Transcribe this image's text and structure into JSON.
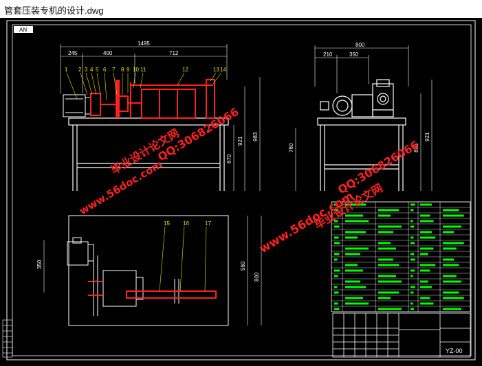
{
  "window": {
    "title": "管套压装专机的设计.dwg"
  },
  "drawing": {
    "front_view": {
      "overall": "1495",
      "segments": [
        "245",
        "400",
        "712"
      ],
      "heights": [
        "670",
        "921",
        "983"
      ],
      "balloons": [
        "1",
        "2",
        "3",
        "4",
        "5",
        "6",
        "7",
        "8",
        "9",
        "10",
        "11",
        "12",
        "13",
        "14"
      ]
    },
    "side_view": {
      "overall": "800",
      "segments": [
        "210",
        "350"
      ],
      "heights": [
        "760",
        "803",
        "921"
      ]
    },
    "top_view": {
      "left_dim": "350",
      "right_dims": [
        "560",
        "800"
      ],
      "balloons": [
        "15",
        "16",
        "17"
      ]
    },
    "title_block": {
      "drawing_no": "YZ-00"
    },
    "layer_badge": "AN",
    "colors": {
      "red": "#ff2020",
      "white": "#ffffff",
      "yellow": "#e8e800",
      "green": "#00ff00",
      "cyan": "#00ffff"
    }
  },
  "watermarks": {
    "site": "www.56doc.com",
    "qq": "QQ:306826066",
    "brand": "毕业设计论文网"
  }
}
